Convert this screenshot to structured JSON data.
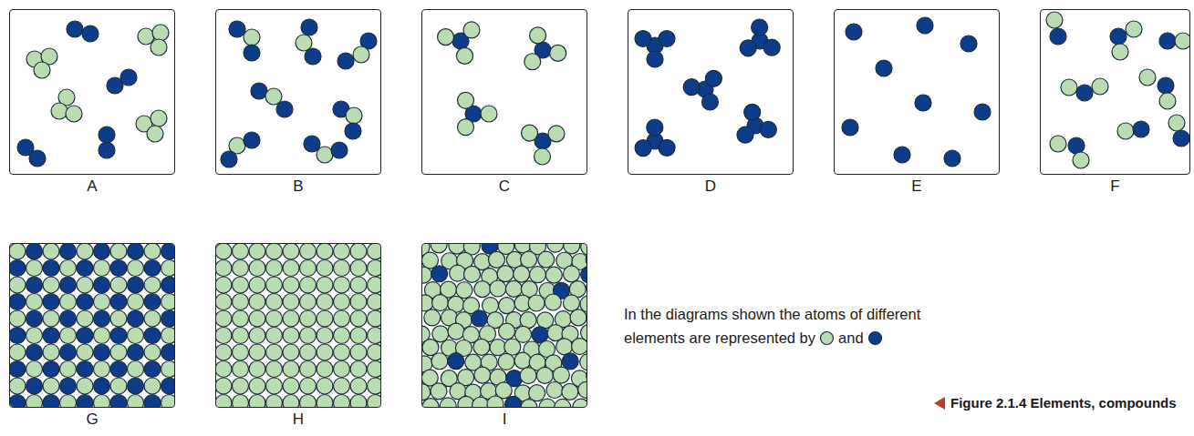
{
  "diagram": {
    "caption": "Figure 2.1.4 Elements, compounds",
    "nodes": [
      {
        "text": [
          "A"
        ]
      },
      {
        "text": [
          "B"
        ]
      },
      {
        "text": [
          "C"
        ]
      },
      {
        "text": [
          "D"
        ]
      },
      {
        "text": [
          "E"
        ]
      },
      {
        "text": [
          "F"
        ]
      },
      {
        "text": [
          "G"
        ]
      },
      {
        "text": [
          "H"
        ]
      },
      {
        "text": [
          "I"
        ]
      }
    ],
    "labels": [
      "In the diagrams shown the atoms of different elements are represented by",
      "and"
    ]
  }
}
